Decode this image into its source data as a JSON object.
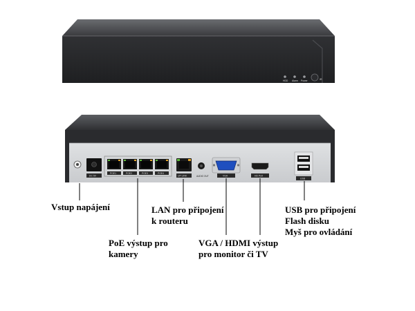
{
  "front_panel": {
    "indicators": [
      "HDD",
      "Alarm",
      "Power"
    ],
    "ir_label": "IR"
  },
  "rear_panel": {
    "dc_label": "DC 5V",
    "poe_ports": [
      "POE1",
      "POE2",
      "POE3",
      "POE4"
    ],
    "uplink_label": "UP LINK",
    "audio_label": "AUDIO OUT",
    "vga_label": "VGA",
    "hdmi_label": "HD Port",
    "usb_label": "USB"
  },
  "callouts": {
    "power": {
      "lines": [
        "Vstup napájení"
      ]
    },
    "poe": {
      "lines": [
        "PoE výstup pro",
        "kamery"
      ]
    },
    "lan": {
      "lines": [
        "LAN pro připojení",
        "k routeru"
      ]
    },
    "vga_hdmi": {
      "lines": [
        "VGA / HDMI výstup",
        "pro monitor či TV"
      ]
    },
    "usb": {
      "lines": [
        "USB pro připojení",
        "Flash disku",
        "Myš pro ovládání"
      ]
    }
  }
}
